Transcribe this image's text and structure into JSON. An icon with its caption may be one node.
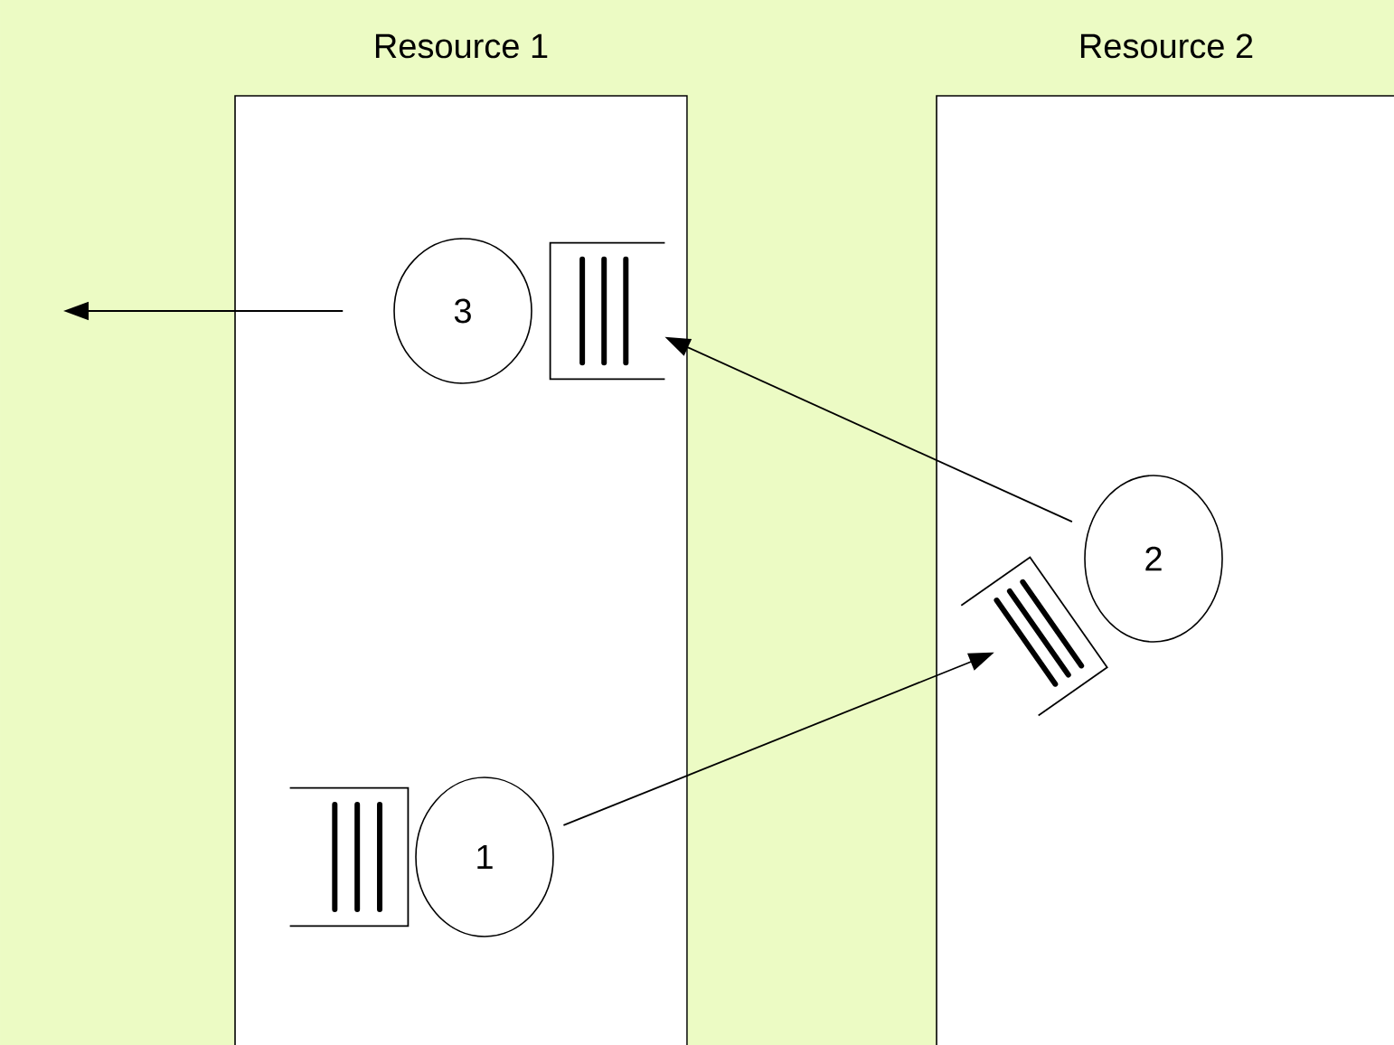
{
  "diagram": {
    "nodes": [
      {
        "text": [
          "Resource 1"
        ]
      },
      {
        "text": [
          "Resource 2"
        ]
      },
      {
        "text": [
          "3"
        ],
        "in": 0
      },
      {
        "text": [],
        "shape": "box",
        "in": 0
      },
      {
        "text": [
          "2"
        ],
        "in": 1
      },
      {
        "text": [],
        "shape": "box",
        "in": 1
      },
      {
        "text": [],
        "shape": "box",
        "in": 0
      },
      {
        "text": [
          "1"
        ],
        "in": 0
      }
    ],
    "edges": [
      {
        "from": 7,
        "to": 5,
        "arrow": "to"
      },
      {
        "from": 4,
        "to": 3,
        "arrow": "to"
      },
      {
        "from": 2,
        "to": null,
        "arrow": "to"
      }
    ]
  }
}
